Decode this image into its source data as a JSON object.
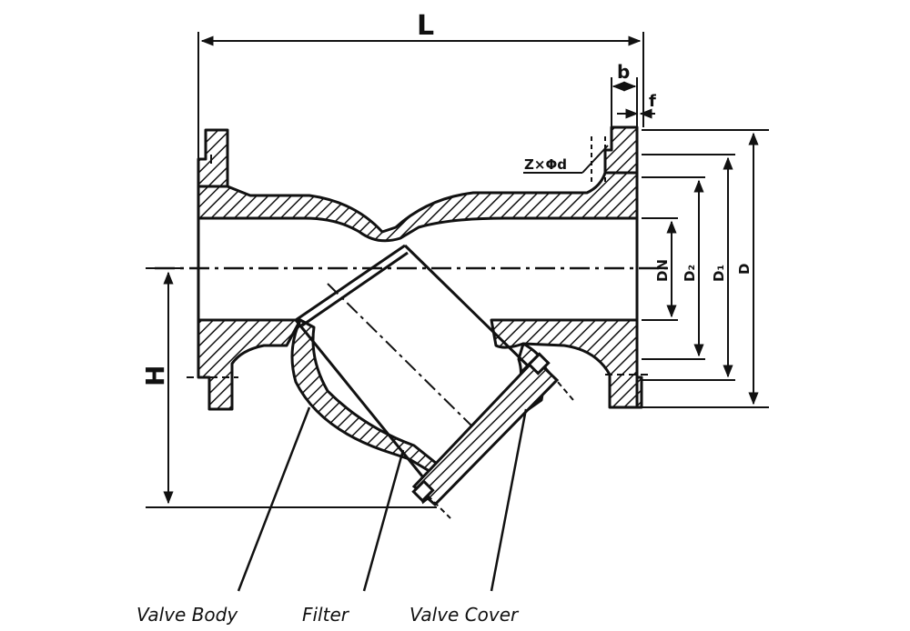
{
  "dimensions": {
    "length": "L",
    "height": "H",
    "flange_thickness": "b",
    "raised_face": "f",
    "bolt_holes": "Z×Φd",
    "nominal_diameter": "DN",
    "raised_face_diameter": "D₂",
    "bolt_circle_diameter": "D₁",
    "flange_outer_diameter": "D"
  },
  "callouts": {
    "valve_body": "Valve Body",
    "filter": "Filter",
    "valve_cover": "Valve Cover"
  },
  "colors": {
    "ink": "#111111",
    "background": "#ffffff"
  }
}
